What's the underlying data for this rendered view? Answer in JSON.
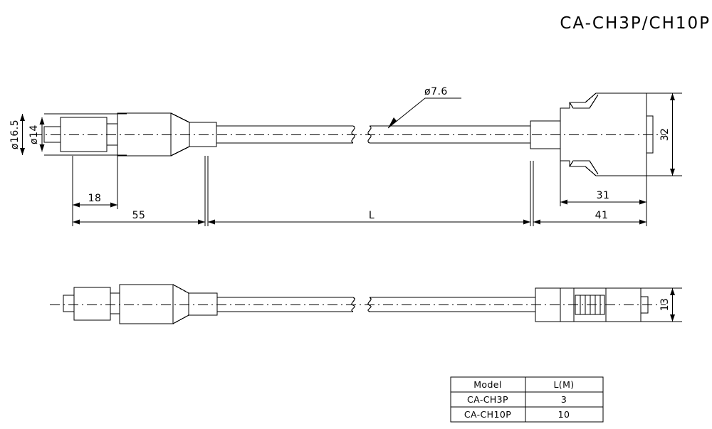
{
  "drawing": {
    "title": "CA-CH3P/CH10P",
    "background_color": "#ffffff",
    "line_color": "#000000"
  },
  "dimensions": {
    "dia_16_5": "ø16.5",
    "dia_14": "ø14",
    "dia_7_6": "ø7.6",
    "len_18": "18",
    "len_55": "55",
    "len_L": "L",
    "len_31": "31",
    "len_41": "41",
    "height_32": "32",
    "height_13": "13"
  },
  "table": {
    "headers": [
      "Model",
      "L(M)"
    ],
    "rows": [
      [
        "CA-CH3P",
        "3"
      ],
      [
        "CA-CH10P",
        "10"
      ]
    ]
  }
}
